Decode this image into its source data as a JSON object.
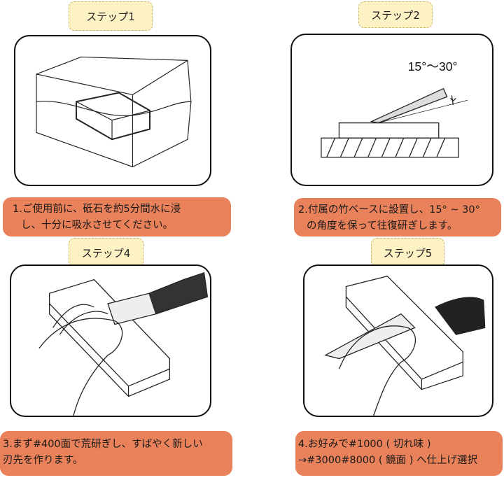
{
  "steps": [
    {
      "label": "ステップ1",
      "lines": [
        "1.ご使用前に、砥石を約5分間水に浸",
        "し、十分に吸水させてください。"
      ]
    },
    {
      "label": "ステップ2",
      "angle_label": "15°～30°",
      "lines": [
        "2.付属の竹ベースに設置し、15° ~ 30°",
        "の角度を保って往復研ぎします。"
      ]
    },
    {
      "label": "ステップ4",
      "lines": [
        "3.まず#400面で荒研ぎし、すばやく新しい",
        "刃先を作ります。"
      ]
    },
    {
      "label": "ステップ5",
      "lines": [
        "4.お好みで#1000 ( 切れ味 )",
        "→#3000#8000 ( 鏡面 ) へ仕上げ選択"
      ]
    }
  ],
  "colors": {
    "note_bg": "#e9825a",
    "label_bg": "#fdf2c4"
  }
}
